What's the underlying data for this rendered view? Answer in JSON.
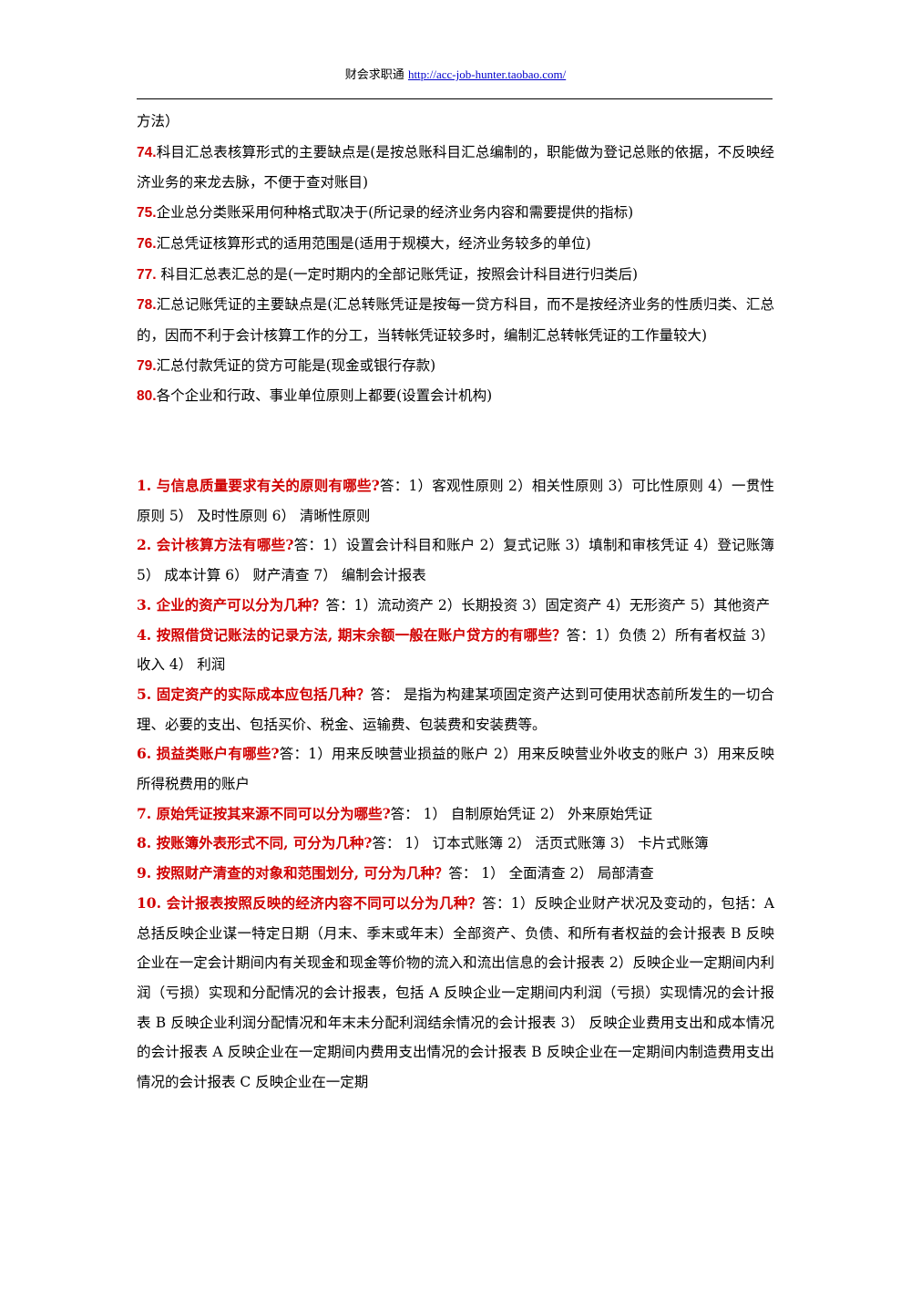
{
  "header": {
    "site_name": "财会求职通",
    "url": "http://acc-job-hunter.taobao.com/"
  },
  "items_a": [
    {
      "num": "",
      "text": "方法）"
    },
    {
      "num": "74.",
      "text": "科目汇总表核算形式的主要缺点是(是按总账科目汇总编制的，职能做为登记总账的依据，不反映经济业务的来龙去脉，不便于查对账目)"
    },
    {
      "num": "75.",
      "text": "企业总分类账采用何种格式取决于(所记录的经济业务内容和需要提供的指标)"
    },
    {
      "num": "76.",
      "text": "汇总凭证核算形式的适用范围是(适用于规模大，经济业务较多的单位)"
    },
    {
      "num": "77.",
      "text": " 科目汇总表汇总的是(一定时期内的全部记账凭证，按照会计科目进行归类后)"
    },
    {
      "num": "78.",
      "text": "汇总记账凭证的主要缺点是(汇总转账凭证是按每一贷方科目，而不是按经济业务的性质归类、汇总的，因而不利于会计核算工作的分工，当转帐凭证较多时，编制汇总转帐凭证的工作量较大)"
    },
    {
      "num": "79.",
      "text": "汇总付款凭证的贷方可能是(现金或银行存款)"
    },
    {
      "num": "80.",
      "text": "各个企业和行政、事业单位原则上都要(设置会计机构)"
    }
  ],
  "items_b": [
    {
      "question": "1. 与信息质量要求有关的原则有哪些?",
      "answer": "答：1）客观性原则 2）相关性原则 3）可比性原则 4）一贯性原则 5） 及时性原则 6） 清晰性原则"
    },
    {
      "question": "2. 会计核算方法有哪些?",
      "answer": "答：1）设置会计科目和账户 2）复式记账 3）填制和审核凭证 4）登记账簿 5） 成本计算 6） 财产清查 7） 编制会计报表"
    },
    {
      "question": "3. 企业的资产可以分为几种？",
      "answer": "答：1）流动资产 2）长期投资 3）固定资产 4）无形资产 5）其他资产"
    },
    {
      "question": "4. 按照借贷记账法的记录方法, 期末余额一般在账户贷方的有哪些？",
      "answer": "答：1）负债 2）所有者权益 3） 收入 4） 利润"
    },
    {
      "question": "5. 固定资产的实际成本应包括几种？",
      "answer": "答： 是指为构建某项固定资产达到可使用状态前所发生的一切合理、必要的支出、包括买价、税金、运输费、包装费和安装费等。"
    },
    {
      "question": "6. 损益类账户有哪些?",
      "answer": "答：1）用来反映营业损益的账户 2）用来反映营业外收支的账户 3）用来反映所得税费用的账户"
    },
    {
      "question": "7. 原始凭证按其来源不同可以分为哪些?",
      "answer": "答： 1） 自制原始凭证 2） 外来原始凭证"
    },
    {
      "question": "8. 按账簿外表形式不同, 可分为几种?",
      "answer": "答： 1） 订本式账簿 2） 活页式账簿 3） 卡片式账簿"
    },
    {
      "question": "9. 按照财产清查的对象和范围划分, 可分为几种？",
      "answer": "答： 1） 全面清查 2） 局部清查"
    },
    {
      "question": "10. 会计报表按照反映的经济内容不同可以分为几种？",
      "answer": "答：1）反映企业财产状况及变动的，包括：A 总括反映企业谋一特定日期（月末、季末或年末）全部资产、负债、和所有者权益的会计报表 B 反映企业在一定会计期间内有关现金和现金等价物的流入和流出信息的会计报表 2）反映企业一定期间内利润（亏损）实现和分配情况的会计报表，包括 A 反映企业一定期间内利润（亏损）实现情况的会计报表 B 反映企业利润分配情况和年末未分配利润结余情况的会计报表 3） 反映企业费用支出和成本情况的会计报表 A 反映企业在一定期间内费用支出情况的会计报表 B 反映企业在一定期间内制造费用支出情况的会计报表 C 反映企业在一定期"
    }
  ]
}
